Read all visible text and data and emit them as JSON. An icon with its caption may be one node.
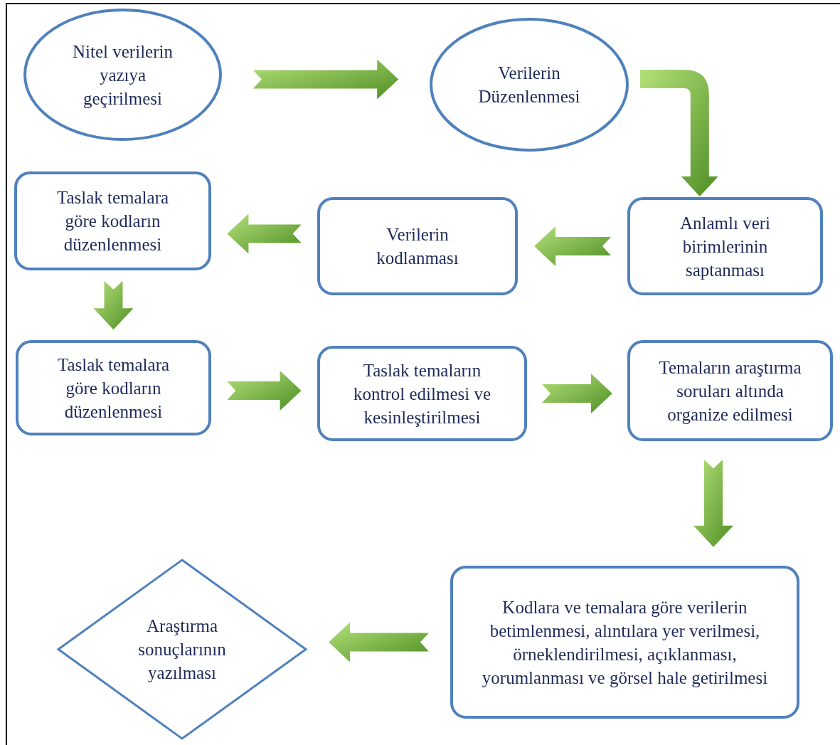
{
  "diagram": {
    "nodes": [
      {
        "text": [
          "Nitel verilerin yazıya geçirilmesi"
        ]
      },
      {
        "text": [
          "Verilerin Düzenlenmesi"
        ]
      },
      {
        "text": [
          "Anlamlı veri birimlerinin saptanması"
        ]
      },
      {
        "text": [
          "Verilerin kodlanması"
        ]
      },
      {
        "text": [
          "Taslak temalara göre kodların düzenlenmesi"
        ]
      },
      {
        "text": [
          "Taslak temalara göre kodların düzenlenmesi"
        ]
      },
      {
        "text": [
          "Taslak temaların kontrol edilmesi ve kesinleştirilmesi"
        ]
      },
      {
        "text": [
          "Temaların araştırma soruları altında organize edilmesi"
        ]
      },
      {
        "text": [
          "Kodlara ve temalara göre verilerin betimlenmesi, alıntılara yer verilmesi, örneklendirilmesi, açıklanması, yorumlanması ve görsel hale getirilmesi"
        ]
      },
      {
        "text": [
          "Araştırma sonuçlarının yazılması"
        ]
      }
    ],
    "edges": [
      {
        "from": 0,
        "to": 1,
        "arrow": "to"
      },
      {
        "from": 1,
        "to": 2,
        "arrow": "to"
      },
      {
        "from": 2,
        "to": 3,
        "arrow": "to"
      },
      {
        "from": 3,
        "to": 4,
        "arrow": "to"
      },
      {
        "from": 4,
        "to": 5,
        "arrow": "to"
      },
      {
        "from": 5,
        "to": 6,
        "arrow": "to"
      },
      {
        "from": 6,
        "to": 7,
        "arrow": "to"
      },
      {
        "from": 7,
        "to": 8,
        "arrow": "to"
      },
      {
        "from": 8,
        "to": 9,
        "arrow": "to"
      }
    ]
  }
}
